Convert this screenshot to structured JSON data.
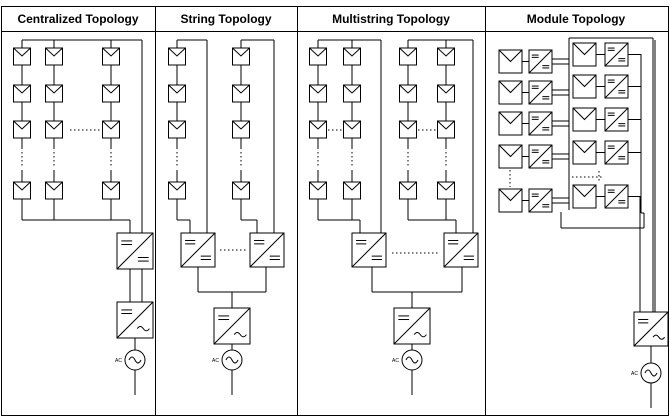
{
  "panels": [
    {
      "id": "centralized",
      "title": "Centralized Topology"
    },
    {
      "id": "string",
      "title": "String Topology"
    },
    {
      "id": "multistring",
      "title": "Multistring Topology"
    },
    {
      "id": "module",
      "title": "Module Topology"
    }
  ],
  "grid_label": "AC",
  "icons": {
    "pv_module": "solar-panel-icon",
    "dc_dc": "dc-dc-converter-icon",
    "dc_ac": "inverter-icon",
    "grid": "ac-grid-source-icon"
  }
}
